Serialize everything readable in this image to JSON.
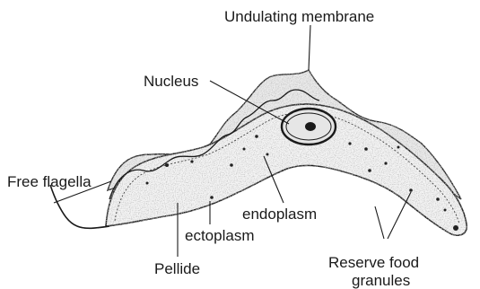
{
  "labels": {
    "undulating_membrane": "Undulating membrane",
    "nucleus": "Nucleus",
    "free_flagella": "Free flagella",
    "endoplasm": "endoplasm",
    "ectoplasm": "ectoplasm",
    "pellide": "Pellide",
    "reserve_food_line1": "Reserve food",
    "reserve_food_line2": "granules"
  },
  "colors": {
    "ink": "#1a1a1a",
    "body_fill": "#f2f2f2",
    "membrane_fill": "#ebebeb",
    "granule": "#222222",
    "background": "#ffffff"
  }
}
